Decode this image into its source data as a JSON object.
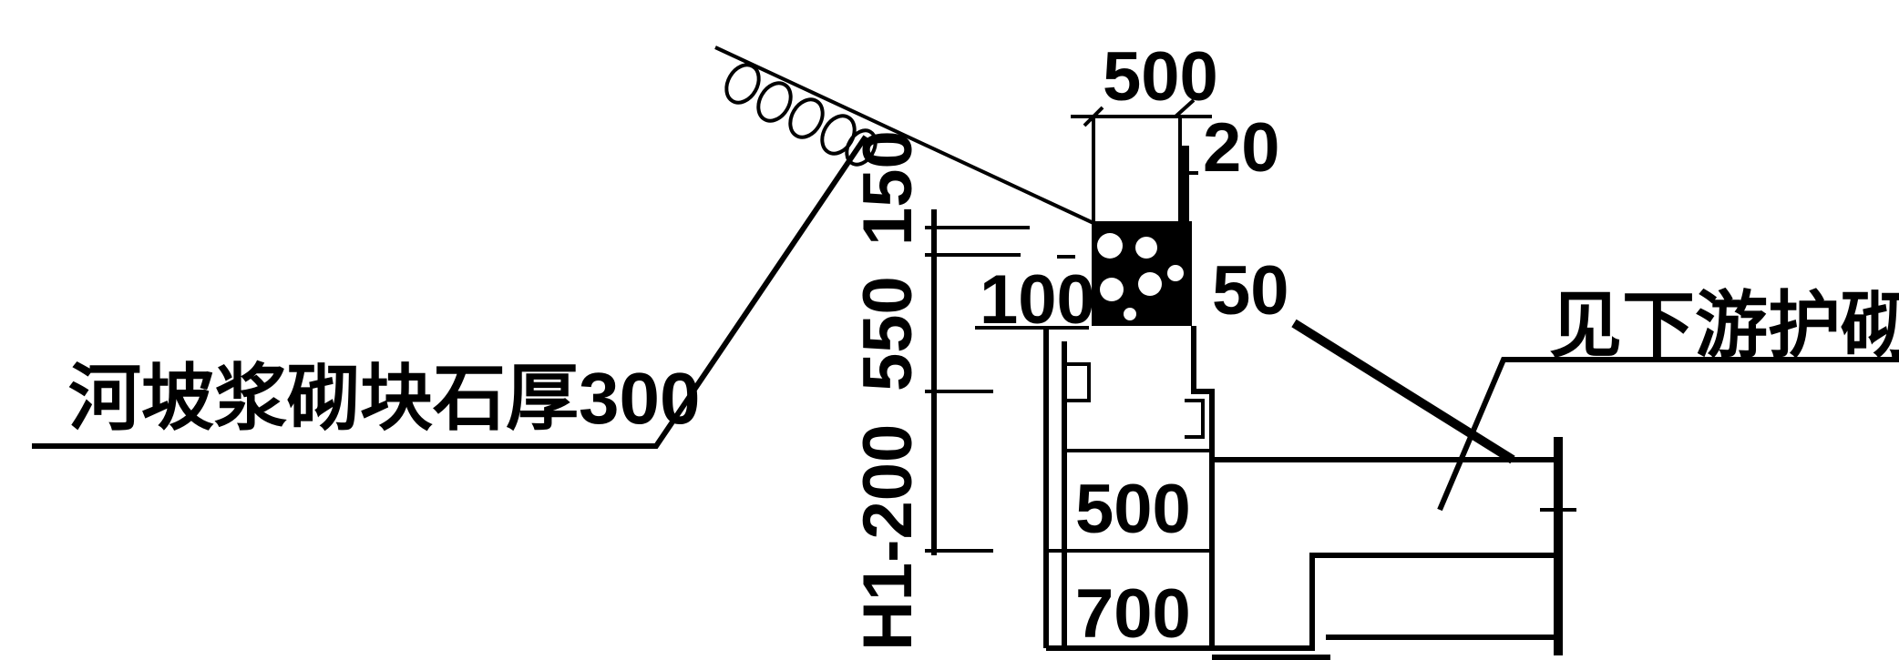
{
  "labels": {
    "slope_note": "河坡浆砌块石厚300",
    "downstream_note": "见下游护砌"
  },
  "dimensions": {
    "top_width": "500",
    "top_offset": "20",
    "cap_height": "150",
    "right_offset": "50",
    "left_offset": "100",
    "wall_height": "550",
    "lower_height": "H1-200",
    "wall_width": "500",
    "base_width": "700"
  },
  "colors": {
    "line": "#000000",
    "background": "#ffffff"
  }
}
